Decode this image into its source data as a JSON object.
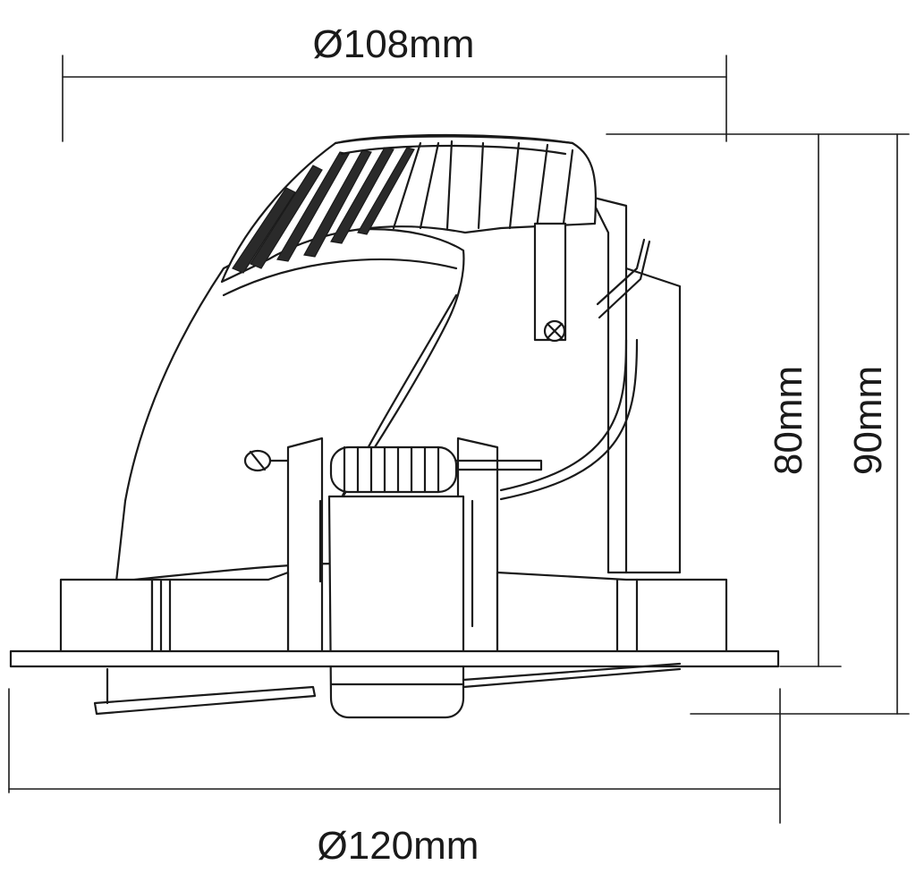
{
  "dimensions": {
    "top_width": "Ø108mm",
    "bottom_width": "Ø120mm",
    "inner_height": "80mm",
    "outer_height": "90mm"
  }
}
